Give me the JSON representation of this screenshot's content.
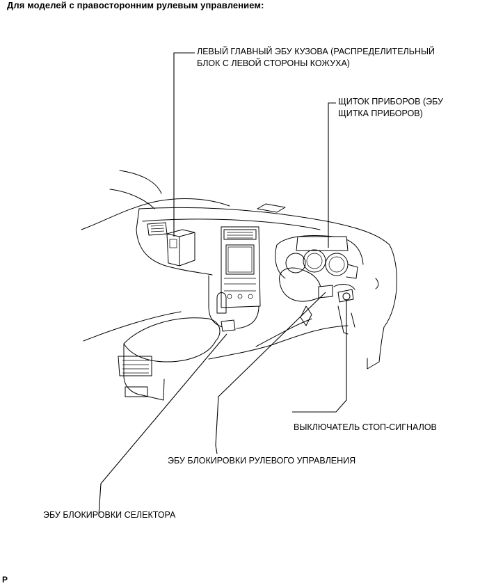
{
  "heading": "Для моделей с правосторонним рулевым управлением:",
  "callouts": {
    "body_ecu_line1": "ЛЕВЫЙ ГЛАВНЫЙ ЭБУ КУЗОВА (РАСПРЕДЕЛИТЕЛЬНЫЙ",
    "body_ecu_line2": "БЛОК С ЛЕВОЙ СТОРОНЫ КОЖУХА)",
    "meter_line1": "ЩИТОК ПРИБОРОВ (ЭБУ",
    "meter_line2": "ЩИТКА ПРИБОРОВ)",
    "stop_switch": "ВЫКЛЮЧАТЕЛЬ СТОП-СИГНАЛОВ",
    "steering_lock": "ЭБУ БЛОКИРОВКИ РУЛЕВОГО УПРАВЛЕНИЯ",
    "shift_lock": "ЭБУ БЛОКИРОВКИ СЕЛЕКТОРА"
  },
  "footer": "P"
}
